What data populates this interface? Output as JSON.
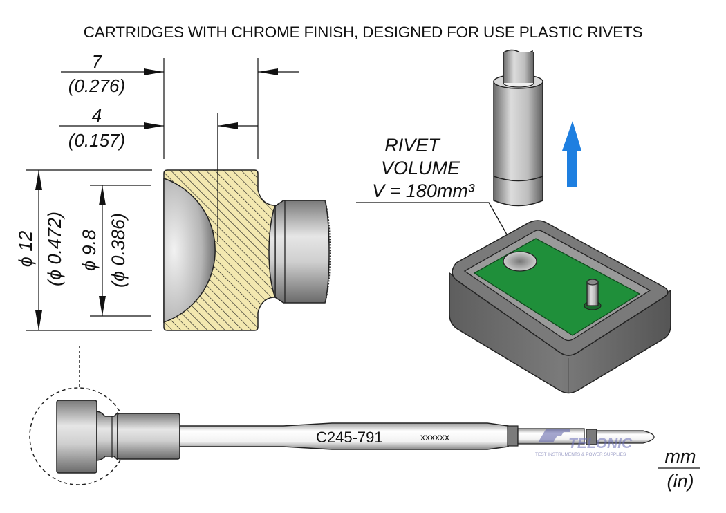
{
  "title": "CARTRIDGES WITH CHROME FINISH, DESIGNED FOR USE PLASTIC RIVETS",
  "dimensions": {
    "length_total": {
      "mm": "7",
      "in": "(0.276)"
    },
    "length_cavity": {
      "mm": "4",
      "in": "(0.157)"
    },
    "diameter_outer": {
      "mm": "ϕ 12",
      "in": "(ϕ 0.472)"
    },
    "diameter_inner": {
      "mm": "ϕ 9.8",
      "in": "(ϕ 0.386)"
    }
  },
  "rivet_label": {
    "line1": "RIVET",
    "line2": "VOLUME",
    "line3": "V = 180mm³"
  },
  "cartridge": {
    "model": "C245-791",
    "serial": "xxxxxx"
  },
  "watermark": {
    "brand": "TELONIC",
    "tagline": "TEST INSTRUMENTS & POWER SUPPLIES"
  },
  "units": {
    "primary": "mm",
    "secondary": "(in)"
  },
  "colors": {
    "section_fill": "#f3e8b0",
    "pcb_green": "#1f8f3a",
    "arrow_blue": "#1e7fe0",
    "body_gray": "#6e6e6e"
  }
}
